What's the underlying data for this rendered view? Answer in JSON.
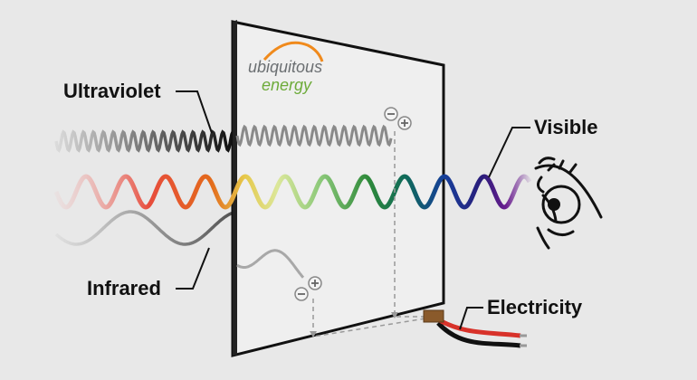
{
  "labels": {
    "ultraviolet": "Ultraviolet",
    "visible": "Visible",
    "infrared": "Infrared",
    "electricity": "Electricity"
  },
  "logo": {
    "line1": "ubiquitous",
    "line2": "energy"
  },
  "colors": {
    "background": "#e8e8e8",
    "panel": "#efefef",
    "logo_arc": "#f08a1c",
    "logo_text": "#6b6f72",
    "logo_energy": "#6dab3a",
    "wire_red": "#d8322a",
    "wire_black": "#111111",
    "connector": "#8a5a2b"
  },
  "spectrum_colors": [
    "#f2b0b0",
    "#e74c3c",
    "#e36a1b",
    "#e6c94b",
    "#dbe79a",
    "#8cc97a",
    "#2f8a3a",
    "#0f6a5a",
    "#163f9a",
    "#2a1c7a",
    "#6a1e8f"
  ],
  "icons": {
    "eye": "eye-icon",
    "minus": "minus-icon",
    "plus": "plus-icon"
  }
}
